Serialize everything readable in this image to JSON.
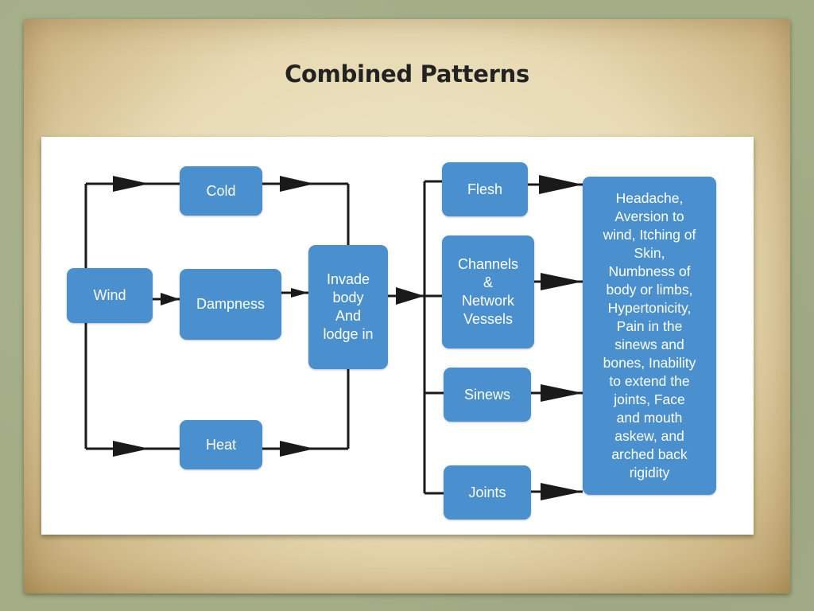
{
  "title": "Combined Patterns",
  "nodes": {
    "wind": "Wind",
    "cold": "Cold",
    "dampness": "Dampness",
    "heat": "Heat",
    "invade": "Invade\nbody\nAnd\nlodge in",
    "flesh": "Flesh",
    "channels": "Channels\n&\nNetwork\nVessels",
    "sinews": "Sinews",
    "joints": "Joints",
    "symptoms": "Headache,\nAversion to\nwind, Itching of\nSkin,\nNumbness of\nbody or limbs,\nHypertonicity,\nPain in the\nsinews and\nbones, Inability\nto extend the\njoints, Face\nand mouth\naskew, and\narched back\nrigidity"
  },
  "colors": {
    "node_fill": "#4a90cf",
    "node_text": "#ffffff",
    "connector": "#1a1a1a"
  }
}
